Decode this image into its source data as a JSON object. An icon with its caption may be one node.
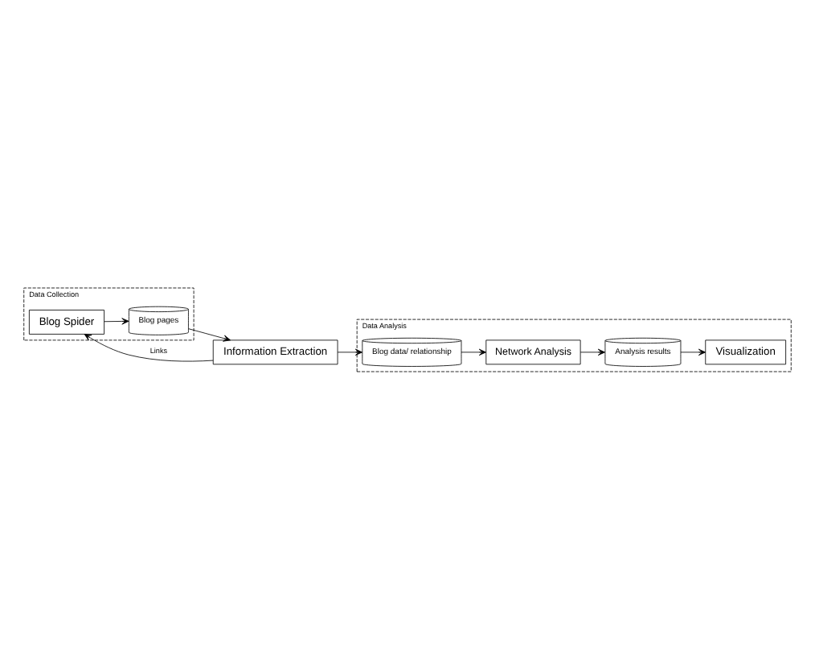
{
  "diagram": {
    "nodes": [
      {
        "text": [
          "Data Collection"
        ]
      },
      {
        "text": [
          "Blog Spider"
        ],
        "in": 0
      },
      {
        "text": [
          "Blog pages"
        ],
        "in": 0
      },
      {
        "text": [
          "Data Analysis"
        ]
      },
      {
        "text": [
          "Information Extraction"
        ]
      },
      {
        "text": [
          "Blog data/ relationship"
        ],
        "in": 3
      },
      {
        "text": [
          "Network Analysis"
        ],
        "in": 3
      },
      {
        "text": [
          "Analysis results"
        ],
        "in": 3
      },
      {
        "text": [
          "Visualization"
        ],
        "in": 3
      }
    ],
    "edges": [
      {
        "from": 1,
        "to": 2,
        "arrow": "to"
      },
      {
        "from": 2,
        "to": 4,
        "arrow": "to"
      },
      {
        "from": 4,
        "to": 1,
        "arrow": "to",
        "label": "Links"
      },
      {
        "from": 4,
        "to": 5,
        "arrow": "to"
      },
      {
        "from": 5,
        "to": 6,
        "arrow": "to"
      },
      {
        "from": 6,
        "to": 7,
        "arrow": "to"
      },
      {
        "from": 7,
        "to": 8,
        "arrow": "to"
      }
    ]
  }
}
